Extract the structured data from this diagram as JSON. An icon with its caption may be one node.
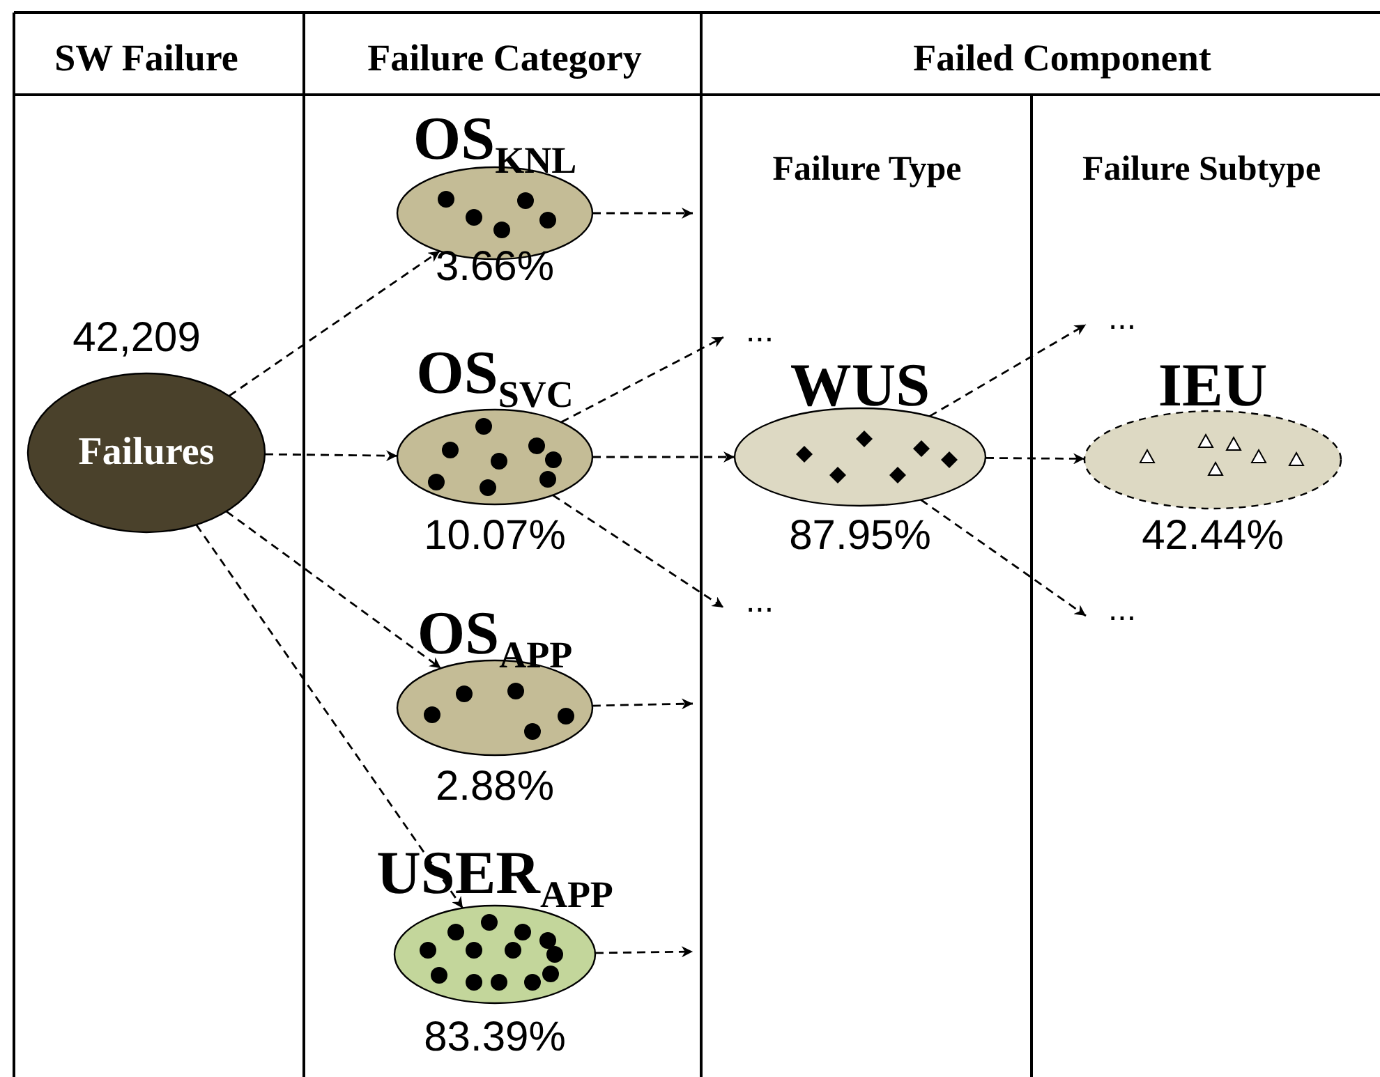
{
  "diagram": {
    "nodes": [
      {
        "text": [
          "Failures"
        ],
        "beside": [
          "42,209"
        ]
      },
      {
        "text": [
          "OS$_{KNL}$"
        ],
        "beside": [
          "3.66%"
        ]
      },
      {
        "text": [
          "OS$_{SVC}$"
        ],
        "beside": [
          "10.07%"
        ]
      },
      {
        "text": [
          "OS$_{APP}$"
        ],
        "beside": [
          "2.88%"
        ]
      },
      {
        "text": [
          "USER$_{APP}$"
        ],
        "beside": [
          "83.39%"
        ]
      },
      {
        "text": [
          "..."
        ]
      },
      {
        "text": [
          "WUS"
        ],
        "beside": [
          "87.95%"
        ]
      },
      {
        "text": [
          "..."
        ]
      },
      {
        "text": [
          "..."
        ]
      },
      {
        "text": [
          "IEU"
        ],
        "beside": [
          "42.44%"
        ]
      },
      {
        "text": [
          "..."
        ]
      }
    ],
    "edges": [
      {
        "from": 0,
        "to": 1,
        "arrow": "to",
        "style": "dashed"
      },
      {
        "from": 0,
        "to": 2,
        "arrow": "to",
        "style": "dashed"
      },
      {
        "from": 0,
        "to": 3,
        "arrow": "to",
        "style": "dashed"
      },
      {
        "from": 0,
        "to": 4,
        "arrow": "to",
        "style": "dashed"
      },
      {
        "from": 1,
        "to": null,
        "arrow": "to",
        "style": "dashed"
      },
      {
        "from": 2,
        "to": 5,
        "arrow": "to",
        "style": "dashed"
      },
      {
        "from": 2,
        "to": 6,
        "arrow": "to",
        "style": "dashed"
      },
      {
        "from": 2,
        "to": 7,
        "arrow": "to",
        "style": "dashed"
      },
      {
        "from": 3,
        "to": null,
        "arrow": "to",
        "style": "dashed"
      },
      {
        "from": 4,
        "to": null,
        "arrow": "to",
        "style": "dashed"
      },
      {
        "from": 6,
        "to": 8,
        "arrow": "to",
        "style": "dashed"
      },
      {
        "from": 6,
        "to": 9,
        "arrow": "to",
        "style": "dashed"
      },
      {
        "from": 6,
        "to": 10,
        "arrow": "to",
        "style": "dashed"
      }
    ],
    "labels": [
      "SW Failure",
      "Failure Category",
      "Failed Component",
      "Failure Type",
      "Failure Subtype"
    ]
  }
}
